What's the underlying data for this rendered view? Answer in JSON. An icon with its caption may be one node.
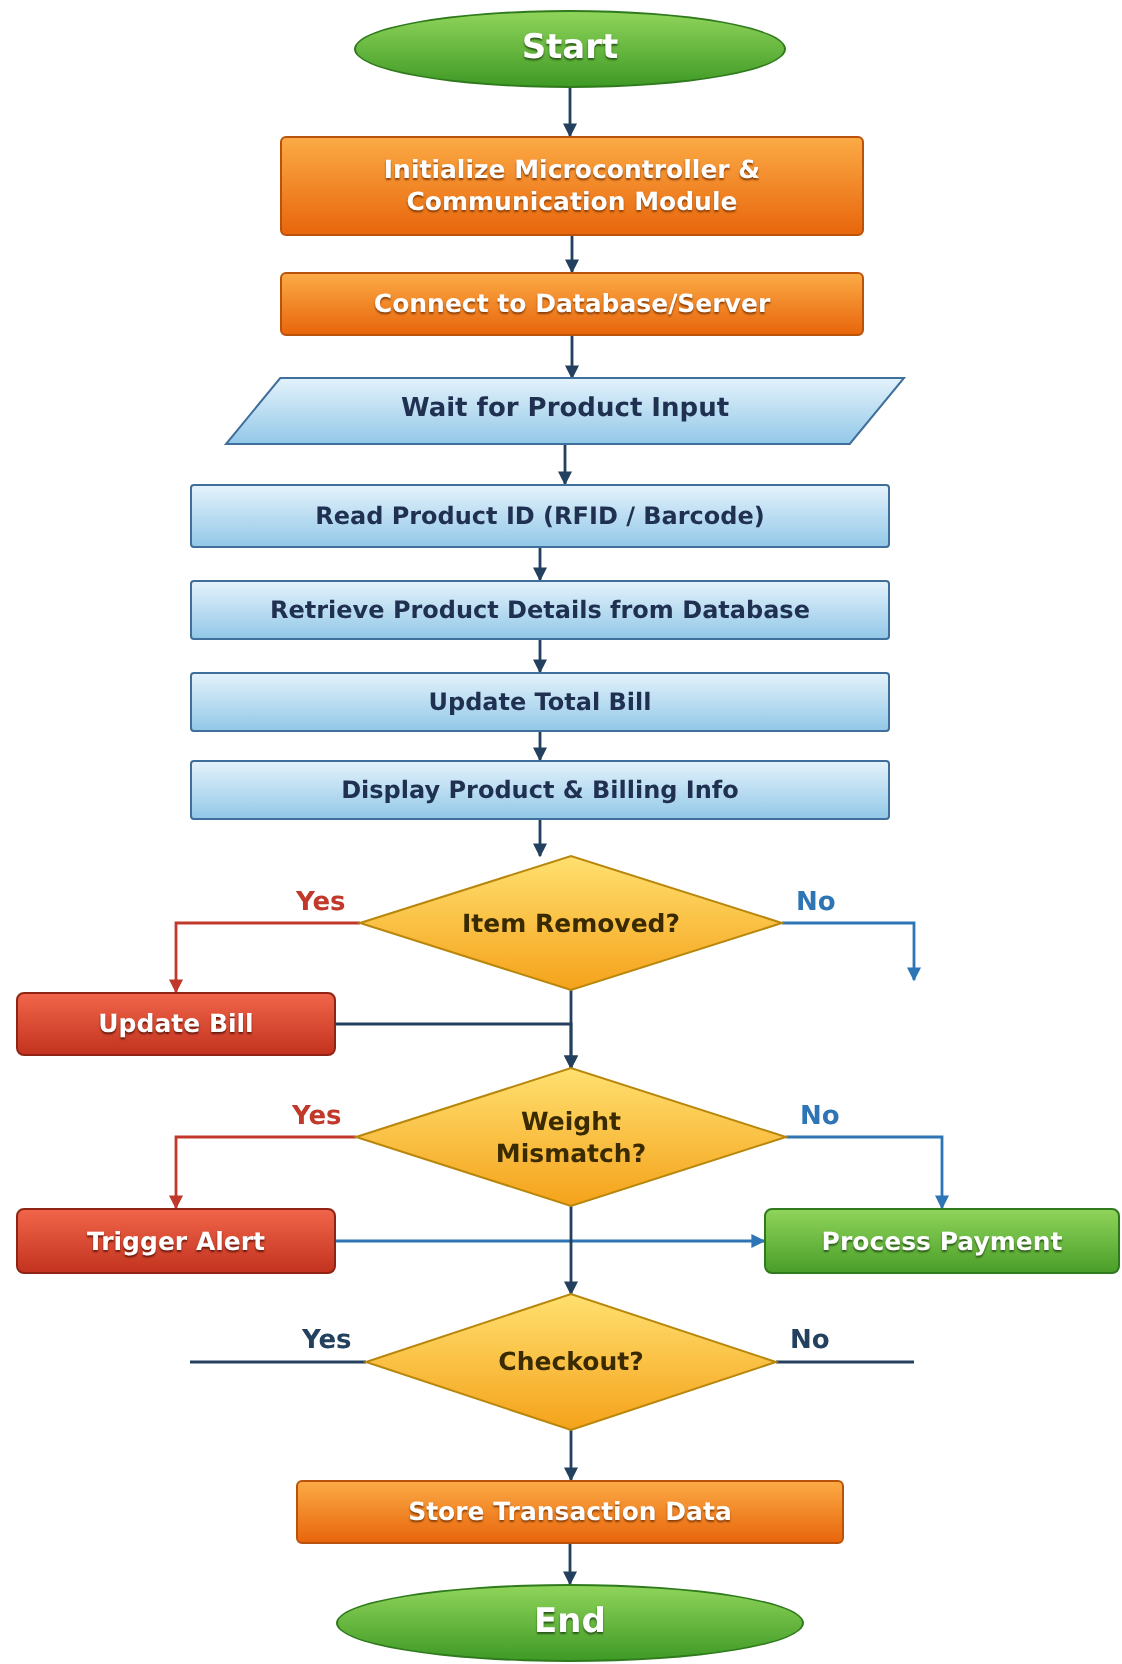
{
  "diagram": {
    "nodes": [
      {
        "text": [
          "Start"
        ]
      },
      {
        "text": [
          "Initialize Microcontroller & Communication Module"
        ]
      },
      {
        "text": [
          "Connect to Database/Server"
        ]
      },
      {
        "text": [
          "Wait for Product Input"
        ]
      },
      {
        "text": [
          "Read Product ID (RFID / Barcode)"
        ]
      },
      {
        "text": [
          "Retrieve Product Details from Database"
        ]
      },
      {
        "text": [
          "Update Total Bill"
        ]
      },
      {
        "text": [
          "Display Product & Billing Info"
        ]
      },
      {
        "text": [
          "Item Removed?"
        ]
      },
      {
        "text": [
          "Update Bill"
        ]
      },
      {
        "text": [
          "Weight Mismatch?"
        ]
      },
      {
        "text": [
          "Trigger Alert"
        ]
      },
      {
        "text": [
          "Process Payment"
        ]
      },
      {
        "text": [
          "Checkout?"
        ]
      },
      {
        "text": [
          "Store Transaction Data"
        ]
      },
      {
        "text": [
          "End"
        ]
      }
    ],
    "edges": [
      {
        "from": 0,
        "to": 1,
        "arrow": "to"
      },
      {
        "from": 1,
        "to": 2,
        "arrow": "to"
      },
      {
        "from": 2,
        "to": 3,
        "arrow": "to"
      },
      {
        "from": 3,
        "to": 4,
        "arrow": "to"
      },
      {
        "from": 4,
        "to": 5,
        "arrow": "to"
      },
      {
        "from": 5,
        "to": 6,
        "arrow": "to"
      },
      {
        "from": 6,
        "to": 7,
        "arrow": "to"
      },
      {
        "from": 7,
        "to": 8,
        "arrow": "to"
      },
      {
        "from": 8,
        "to": 9,
        "arrow": "to",
        "label": "Yes",
        "color": "#c0392b"
      },
      {
        "from": 8,
        "to": null,
        "arrow": "to",
        "label": "No",
        "color": "#2e75b6"
      },
      {
        "from": 8,
        "to": 10,
        "arrow": "to"
      },
      {
        "from": 9,
        "to": 10,
        "arrow": "to"
      },
      {
        "from": 10,
        "to": 11,
        "arrow": "to",
        "label": "Yes",
        "color": "#c0392b"
      },
      {
        "from": 10,
        "to": 12,
        "arrow": "to",
        "label": "No",
        "color": "#2e75b6"
      },
      {
        "from": 11,
        "to": 12,
        "arrow": "to",
        "color": "#2e75b6"
      },
      {
        "from": 10,
        "to": 13,
        "arrow": "to"
      },
      {
        "from": 13,
        "to": null,
        "arrow": "none",
        "label": "Yes"
      },
      {
        "from": 13,
        "to": null,
        "arrow": "none",
        "label": "No"
      },
      {
        "from": 13,
        "to": 14,
        "arrow": "to"
      },
      {
        "from": 14,
        "to": 15,
        "arrow": "to"
      }
    ]
  }
}
